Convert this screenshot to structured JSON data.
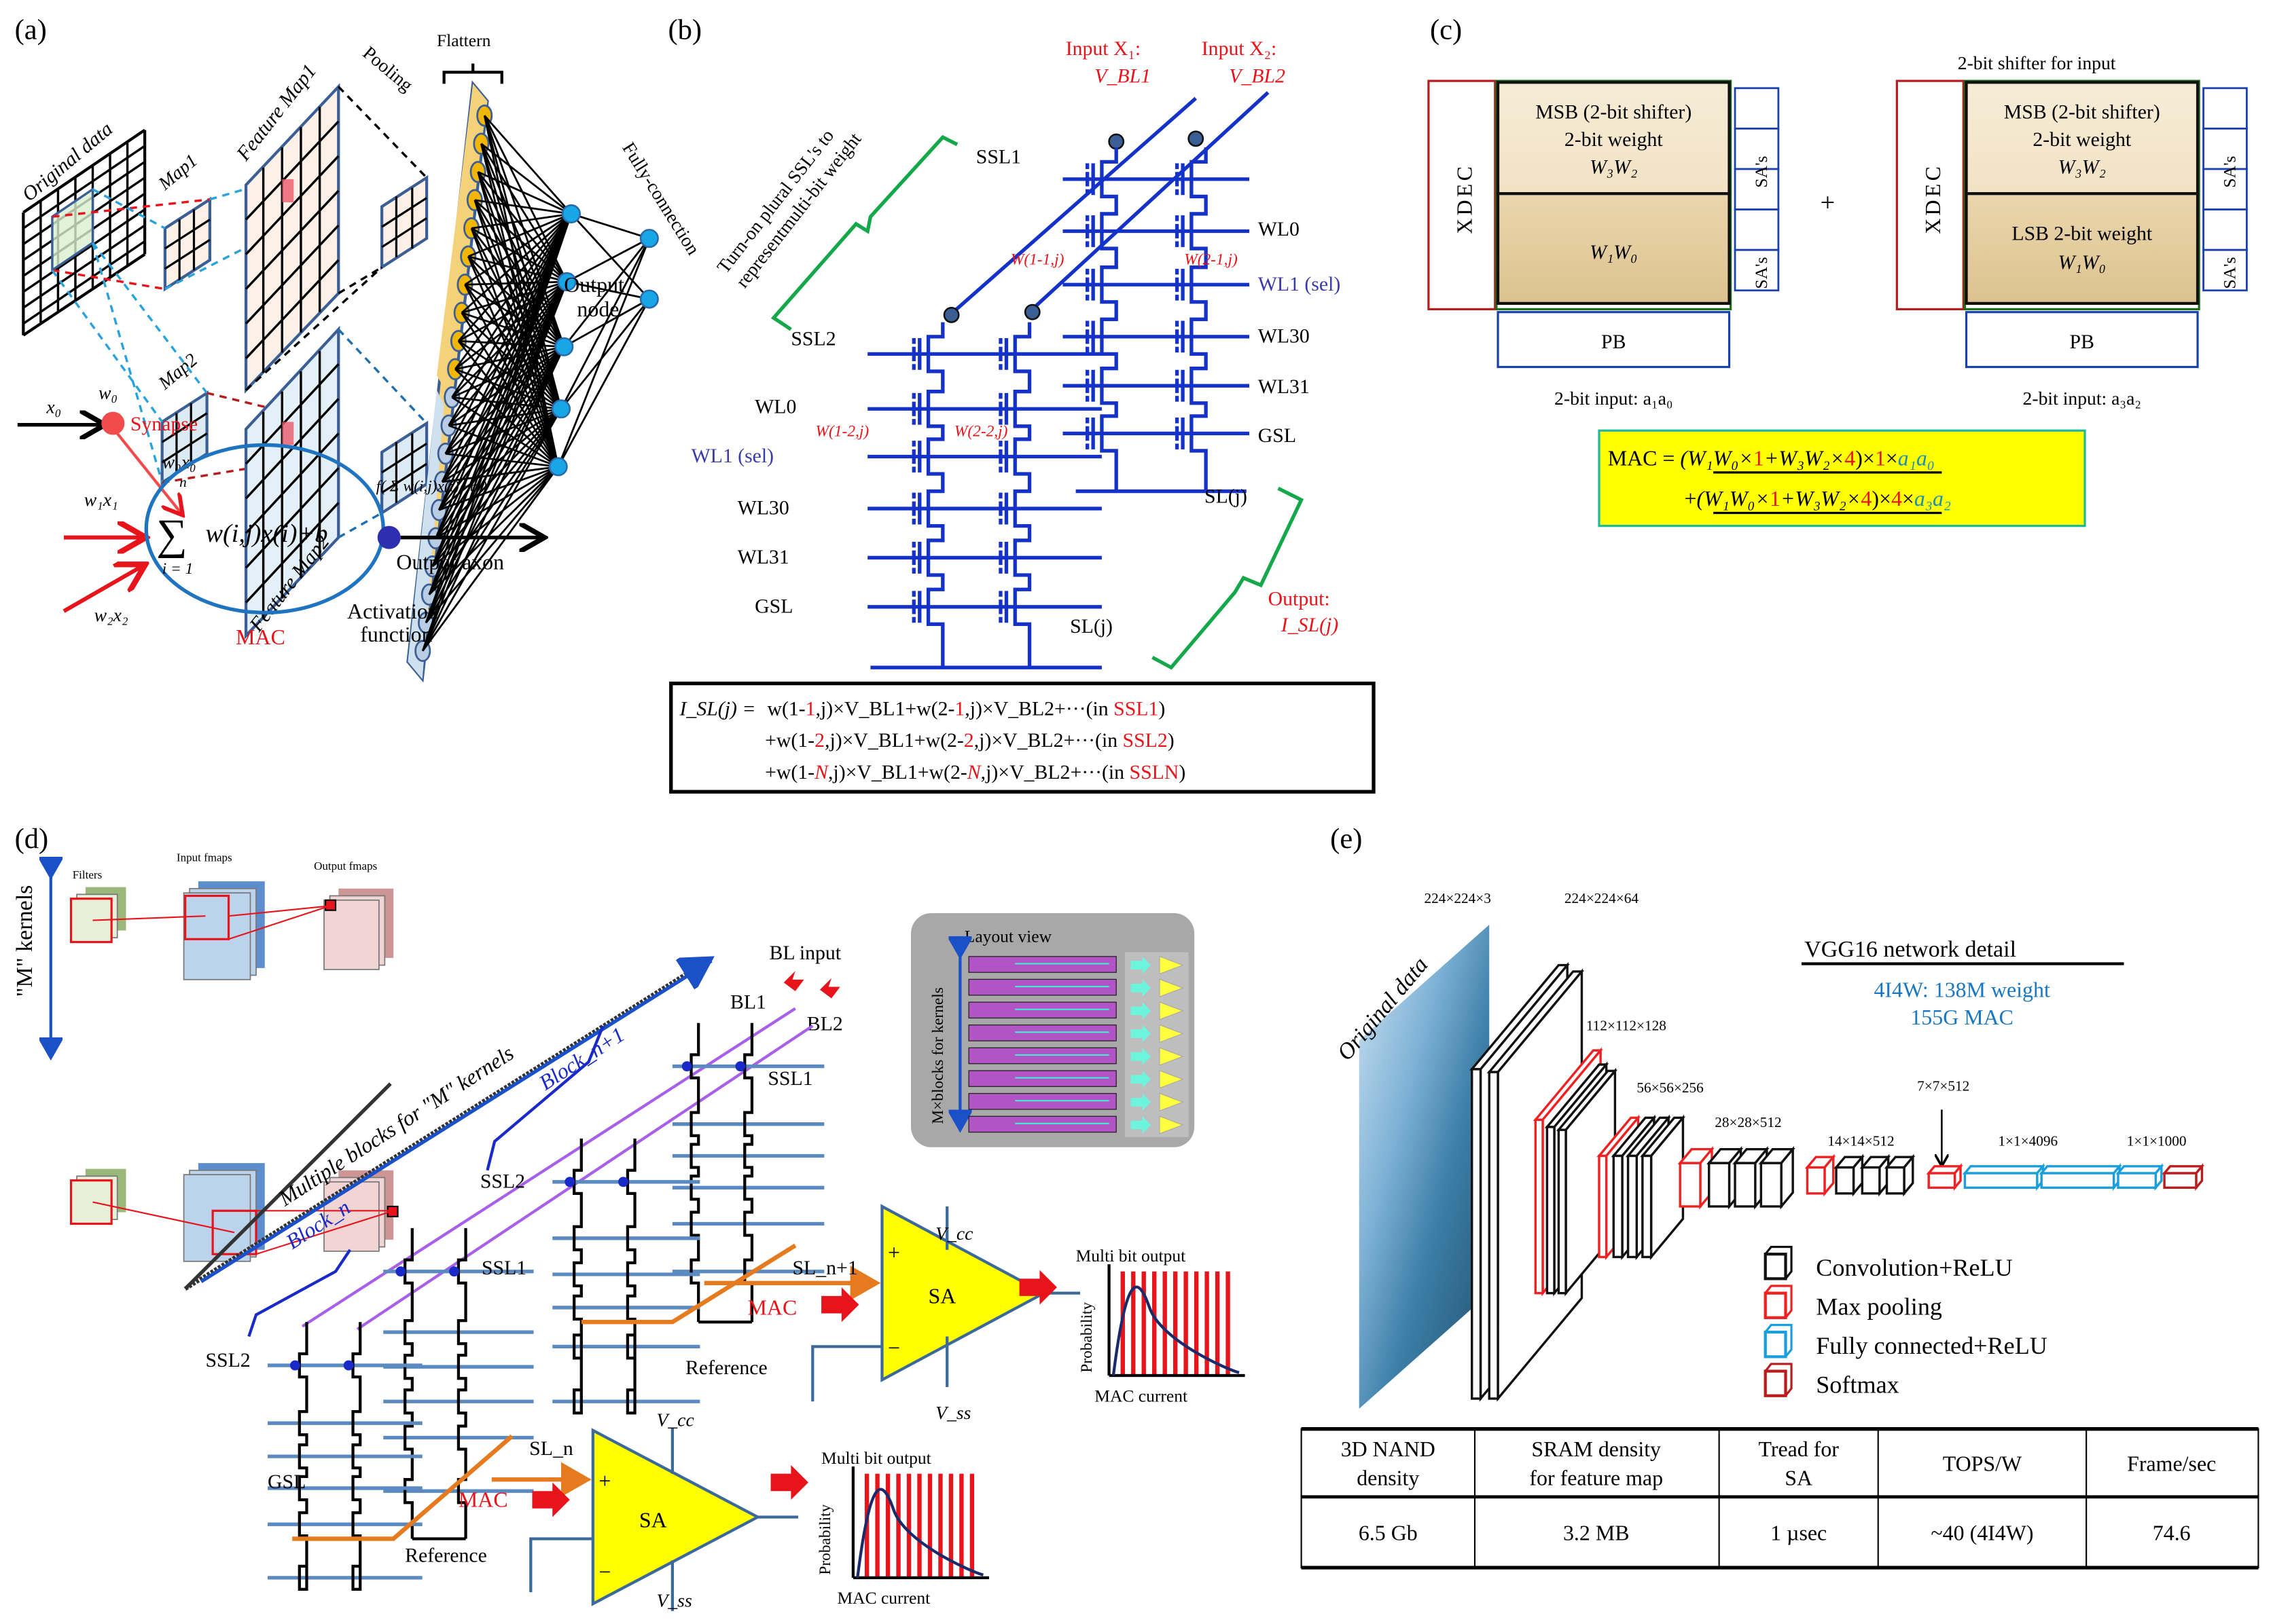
{
  "panels": {
    "a": {
      "label": "(a)",
      "cnn": {
        "original_data": "Original data",
        "map1": "Map1",
        "map2": "Map2",
        "feature_map1": "Feature Map1",
        "feature_map2": "Feature Map2",
        "pooling": "Pooling",
        "flattern": "Flattern",
        "fully_connection": "Fully-connection",
        "output_node_1": "Output",
        "output_node_2": "node"
      },
      "neuron": {
        "x0": "x₀",
        "w0": "w₀",
        "synapse": "Synapse",
        "w0x0": "w₀x₀",
        "w1x1": "w₁x₁",
        "w2x2": "w₂x₂",
        "sum_top": "n",
        "sum_bottom": "i = 1",
        "sum_expr": "w(i,j)x(i)+b",
        "activation_expr": "f( Σ w(i,j)x(i)+b )",
        "output_axon": "Output axon",
        "activation_1": "Activation",
        "activation_2": "function",
        "mac": "MAC"
      }
    },
    "b": {
      "label": "(b)",
      "input_x1_1": "Input X₁:",
      "input_x1_2": "V_BL1",
      "input_x2_1": "Input X₂:",
      "input_x2_2": "V_BL2",
      "bracket_text_1": "Turn-on plural SSL's to",
      "bracket_text_2": "representmulti-bit weight",
      "ssl1": "SSL1",
      "ssl2": "SSL2",
      "right_rows": [
        "WL0",
        "WL1 (sel)",
        "WL30",
        "WL31",
        "GSL"
      ],
      "left_rows": [
        "WL0",
        "WL1 (sel)",
        "WL30",
        "WL31",
        "GSL"
      ],
      "w11": "W(1-1,j)",
      "w21": "W(2-1,j)",
      "w12": "W(1-2,j)",
      "w22": "W(2-2,j)",
      "sl_right": "SL(j)",
      "sl_left": "SL(j)",
      "output_1": "Output:",
      "output_2": "I_SL(j)",
      "equation": [
        {
          "prefix": "I_SL(j) =",
          "t1": "w(1-",
          "k": "1",
          "t2": ",j)×V_BL1+w(2-",
          "k2": "1",
          "t3": ",j)×V_BL2+···(in ",
          "ssl": "SSL1",
          "end": ")"
        },
        {
          "prefix": "+",
          "t1": "w(1-",
          "k": "2",
          "t2": ",j)×V_BL1+w(2-",
          "k2": "2",
          "t3": ",j)×V_BL2+···(in ",
          "ssl": "SSL2",
          "end": ")"
        },
        {
          "prefix": "+",
          "t1": "w(1-",
          "k": "N",
          "t2": ",j)×V_BL1+w(2-",
          "k2": "N",
          "t3": ",j)×V_BL2+···(in ",
          "ssl": "SSLN",
          "end": ")"
        }
      ]
    },
    "c": {
      "label": "(c)",
      "shifter_title": "2-bit shifter for input",
      "left": {
        "xdec": "XDEC",
        "msb_1": "MSB (2-bit shifter)",
        "msb_2": "2-bit weight",
        "msb_3": "W₃W₂",
        "lsb_1": "",
        "lsb_2": "W₁W₀",
        "sa": "SA's",
        "pb": "PB",
        "input": "2-bit input: a₁a₀"
      },
      "plus": "+",
      "right": {
        "xdec": "XDEC",
        "msb_1": "MSB (2-bit shifter)",
        "msb_2": "2-bit weight",
        "msb_3": "W₃W₂",
        "lsb_1": "LSB 2-bit weight",
        "lsb_2": "W₁W₀",
        "sa": "SA's",
        "pb": "PB",
        "input": "2-bit input: a₃a₂"
      },
      "mac_eq": {
        "line1": {
          "lead": "MAC = ",
          "a": "(W₁W₀×",
          "r1": "1",
          "b": "+W₃W₂×",
          "r2": "4",
          "c": ")×",
          "r3": "1",
          "d": "×",
          "e": "a₁a₀"
        },
        "line2": {
          "lead": "+",
          "a": "(W₁W₀×",
          "r1": "1",
          "b": "+W₃W₂×",
          "r2": "4",
          "c": ")×",
          "r3": "4",
          "d": "×",
          "e": "a₃a₂"
        }
      }
    },
    "d": {
      "label": "(d)",
      "m_kernels": "\"M\" kernels",
      "filters": "Filters",
      "input_fmaps": "Input fmaps",
      "output_fmaps": "Output fmaps",
      "multiple_blocks": "Multiple blocks for \"M\" kernels",
      "block_n": "Block_n",
      "block_n1": "Block_n+1",
      "bl_input": "BL input",
      "bl1": "BL1",
      "bl2": "BL2",
      "ssl1_upper": "SSL1",
      "ssl2_upper": "SSL2",
      "ssl1_lower": "SSL1",
      "ssl2_lower": "SSL2",
      "gsl": "GSL",
      "sl_n1": "SL_n+1",
      "sl_n": "SL_n",
      "mac": "MAC",
      "sa": "SA",
      "plus": "+",
      "minus": "−",
      "reference": "Reference",
      "vcc": "V_cc",
      "vss": "V_ss",
      "multi_bit_output": "Multi bit output",
      "probability": "Probability",
      "mac_current": "MAC current",
      "layout_view": "Layout view",
      "m_blocks": "M×blocks for kernels"
    },
    "e": {
      "label": "(e)",
      "original_data": "Original data",
      "dims": [
        "224×224×3",
        "224×224×64",
        "112×112×128",
        "56×56×256",
        "28×28×512",
        "14×14×512",
        "7×7×512",
        "1×1×4096",
        "1×1×1000"
      ],
      "vgg_title": "VGG16 network detail",
      "vgg_line1": "4I4W: 138M weight",
      "vgg_line2": "155G MAC",
      "legend": [
        {
          "label": "Convolution+ReLU",
          "color": "#111111"
        },
        {
          "label": "Max pooling",
          "color": "#ee2222"
        },
        {
          "label": "Fully connected+ReLU",
          "color": "#1a9fdc"
        },
        {
          "label": "Softmax",
          "color": "#b81c1c"
        }
      ],
      "table": {
        "headers": [
          [
            "3D NAND",
            "density"
          ],
          [
            "SRAM density",
            "for feature map"
          ],
          [
            "Tread for",
            "SA"
          ],
          [
            "TOPS/W",
            ""
          ],
          [
            "Frame/sec",
            ""
          ]
        ],
        "row": [
          "6.5 Gb",
          "3.2 MB",
          "1 µsec",
          "~40 (4I4W)",
          "74.6"
        ]
      }
    }
  },
  "colors": {
    "red": "#e8141b",
    "blue_line": "#1432c8",
    "green_bracket": "#15a84b",
    "sel_blue": "#3a3aa8",
    "mac_yellow": "#ffff00",
    "teal": "#1a8fb0",
    "vgg_blue": "#1a78c2",
    "sa_yellow": "#ffff00",
    "orange": "#e67a1e",
    "purple": "#a860e8"
  }
}
